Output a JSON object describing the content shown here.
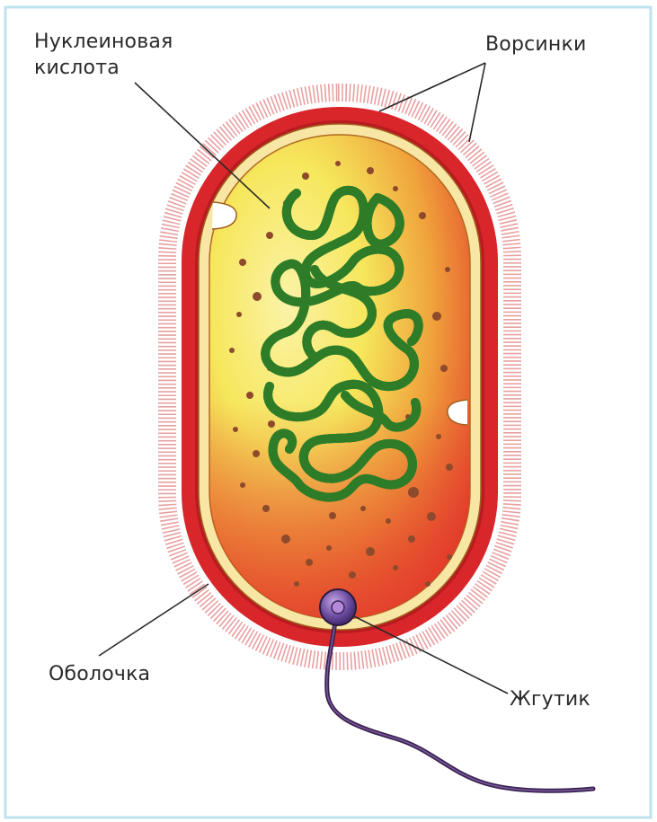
{
  "labels": {
    "nucleic_acid_line1": "Нуклеиновая",
    "nucleic_acid_line2": "кислота",
    "villi": "Ворсинки",
    "shell": "Оболочка",
    "flagellum": "Жгутик"
  },
  "colors": {
    "frame": "#bfe3ee",
    "villi": "#e8a0a0",
    "cell_wall": "#d8262a",
    "membrane": "#f8e7a4",
    "cytoplasm_light": "#f6ea58",
    "cytoplasm_dark": "#e4372a",
    "nucleoid": "#46b43a",
    "granules": "#8e4a2c",
    "flagellum": "#3a2250",
    "basal_body": "#5a3a8a",
    "leader_line": "#2a2a2a"
  }
}
